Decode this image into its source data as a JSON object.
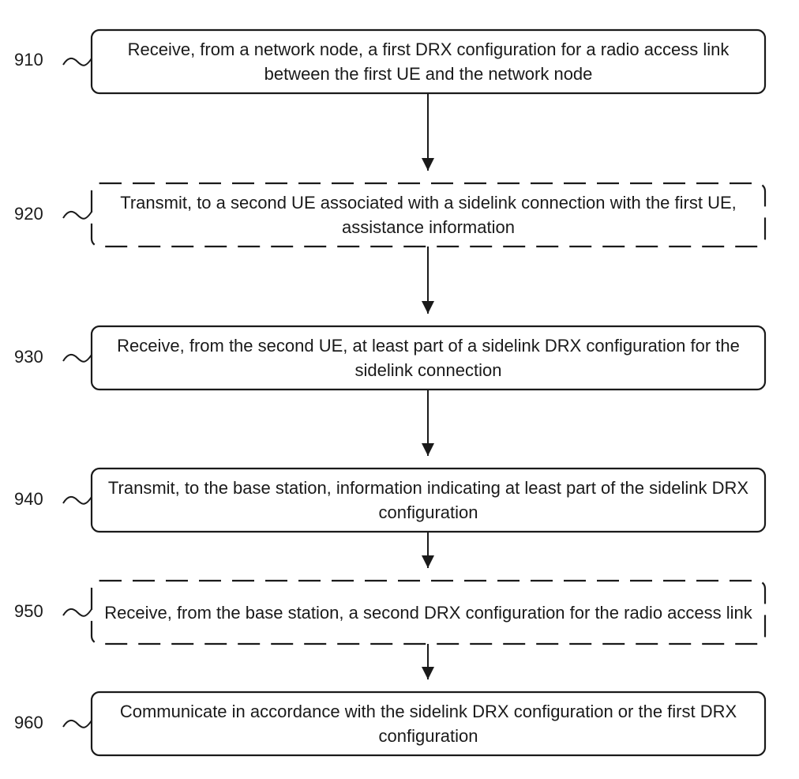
{
  "steps": [
    {
      "id": "910",
      "text": "Receive, from a network node, a first DRX configuration for a radio access link between the first UE and the network node",
      "style": "solid"
    },
    {
      "id": "920",
      "text": "Transmit, to a second UE associated with a sidelink connection with the first UE, assistance information",
      "style": "dashed"
    },
    {
      "id": "930",
      "text": "Receive, from the second UE, at least part of a sidelink DRX configuration for the sidelink connection",
      "style": "solid"
    },
    {
      "id": "940",
      "text": "Transmit, to the base station, information indicating at least part of the sidelink DRX configuration",
      "style": "solid"
    },
    {
      "id": "950",
      "text": "Receive, from the base station, a second DRX configuration for the radio access link",
      "style": "dashed"
    },
    {
      "id": "960",
      "text": "Communicate in accordance with the sidelink DRX configuration or the first DRX configuration",
      "style": "solid"
    }
  ],
  "colors": {
    "stroke": "#1a1a1a",
    "text": "#1a1a1a",
    "background": "#ffffff"
  }
}
